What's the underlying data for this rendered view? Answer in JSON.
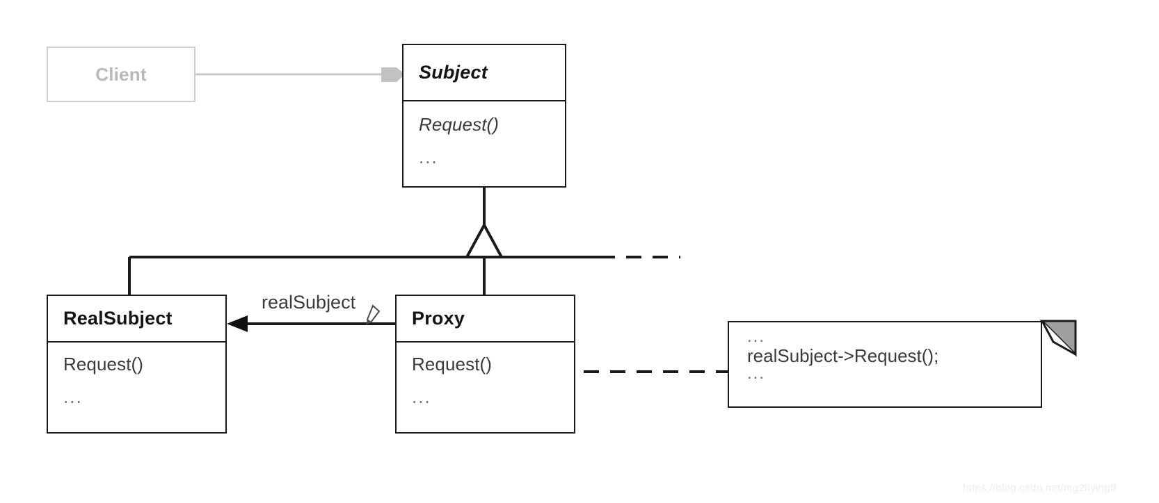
{
  "diagram": {
    "title": "Proxy design pattern UML class diagram",
    "colors": {
      "stroke": "#1a1a1a",
      "muted_stroke": "#cfcfcf",
      "muted_text": "#b9b9b9",
      "member_text": "#3a3a3a",
      "note_fold_fill": "#9f9f9f",
      "background": "#ffffff",
      "watermark": "#ededed"
    },
    "classes": [
      {
        "id": "client",
        "name": "Client",
        "style": "greyed",
        "members": []
      },
      {
        "id": "subject",
        "name": "Subject",
        "style": "abstract",
        "members": [
          "Request()",
          "..."
        ]
      },
      {
        "id": "realsubject",
        "name": "RealSubject",
        "style": "concrete",
        "members": [
          "Request()",
          "..."
        ]
      },
      {
        "id": "proxy",
        "name": "Proxy",
        "style": "concrete",
        "members": [
          "Request()",
          "..."
        ]
      }
    ],
    "note": {
      "lines": [
        "...",
        "realSubject->Request();",
        "..."
      ]
    },
    "edges": [
      {
        "id": "client-to-subject",
        "from": "Client",
        "to": "Subject",
        "kind": "association",
        "arrowhead": "filled-stub",
        "label": ""
      },
      {
        "id": "realsubject-generalization",
        "from": "RealSubject",
        "to": "Subject",
        "kind": "generalization",
        "arrowhead": "hollow-triangle",
        "label": ""
      },
      {
        "id": "proxy-generalization",
        "from": "Proxy",
        "to": "Subject",
        "kind": "generalization",
        "arrowhead": "hollow-triangle",
        "label": ""
      },
      {
        "id": "proxy-to-realsubject",
        "from": "Proxy",
        "to": "RealSubject",
        "kind": "association",
        "arrowhead": "filled-arrow",
        "label": "realSubject"
      },
      {
        "id": "proxy-request-note-link",
        "from": "Proxy.Request()",
        "to": "note",
        "kind": "note-anchor",
        "arrowhead": "small-circle",
        "label": ""
      }
    ],
    "watermark": "https://blog.csdn.net/mg2flyingff"
  }
}
